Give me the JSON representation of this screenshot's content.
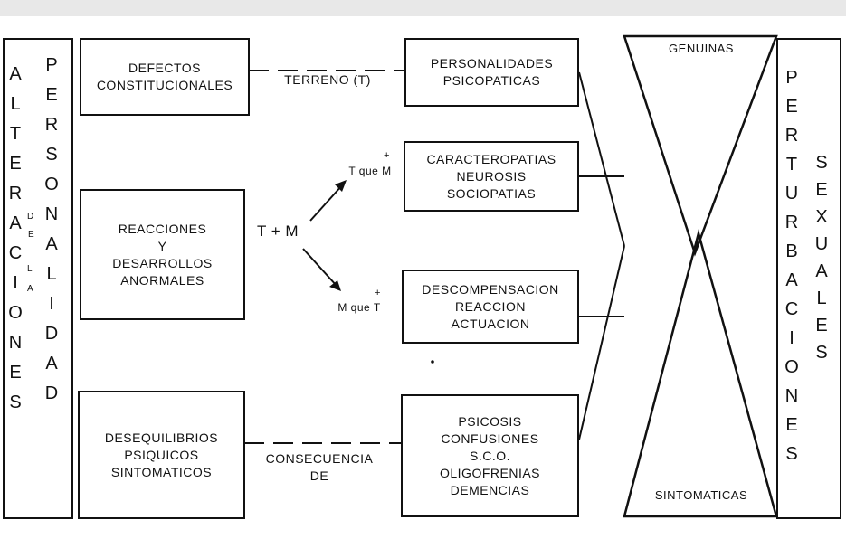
{
  "left_column_1": [
    "A",
    "L",
    "T",
    "E",
    "R",
    "A",
    "C",
    "I",
    "O",
    "N",
    "E",
    "S"
  ],
  "left_column_2": [
    "P",
    "E",
    "R",
    "S",
    "O",
    "N",
    "A",
    "L",
    "I",
    "D",
    "A",
    "D"
  ],
  "left_small_de": [
    "D",
    "E"
  ],
  "left_small_la": [
    "L",
    "A"
  ],
  "right_column_1": [
    "P",
    "E",
    "R",
    "T",
    "U",
    "R",
    "B",
    "A",
    "C",
    "I",
    "O",
    "N",
    "E",
    "S"
  ],
  "right_column_2": [
    "S",
    "E",
    "X",
    "U",
    "A",
    "L",
    "E",
    "S"
  ],
  "boxes": {
    "defectos": [
      "DEFECTOS",
      "CONSTITUCIONALES"
    ],
    "reacciones": [
      "REACCIONES",
      "Y",
      "DESARROLLOS",
      "ANORMALES"
    ],
    "desequilibrios": [
      "DESEQUILIBRIOS",
      "PSIQUICOS",
      "SINTOMATICOS"
    ],
    "personalidades": [
      "PERSONALIDADES",
      "PSICOPATICAS"
    ],
    "caracteropatias": [
      "CARACTEROPATIAS",
      "NEUROSIS",
      "SOCIOPATIAS"
    ],
    "descompensacion": [
      "DESCOMPENSACION",
      "REACCION",
      "ACTUACION"
    ],
    "psicosis": [
      "PSICOSIS",
      "CONFUSIONES",
      "S.C.O.",
      "OLIGOFRENIAS",
      "DEMENCIAS"
    ]
  },
  "connectors": {
    "terreno": "TERRENO (T)",
    "t_mas_m": "T + M",
    "t_que_m": "T que M",
    "m_que_t": "M que T",
    "plus": "+",
    "consecuencia": [
      "CONSECUENCIA",
      "DE"
    ]
  },
  "hourglass": {
    "top": "GENUINAS",
    "bottom": "SINTOMATICAS"
  }
}
